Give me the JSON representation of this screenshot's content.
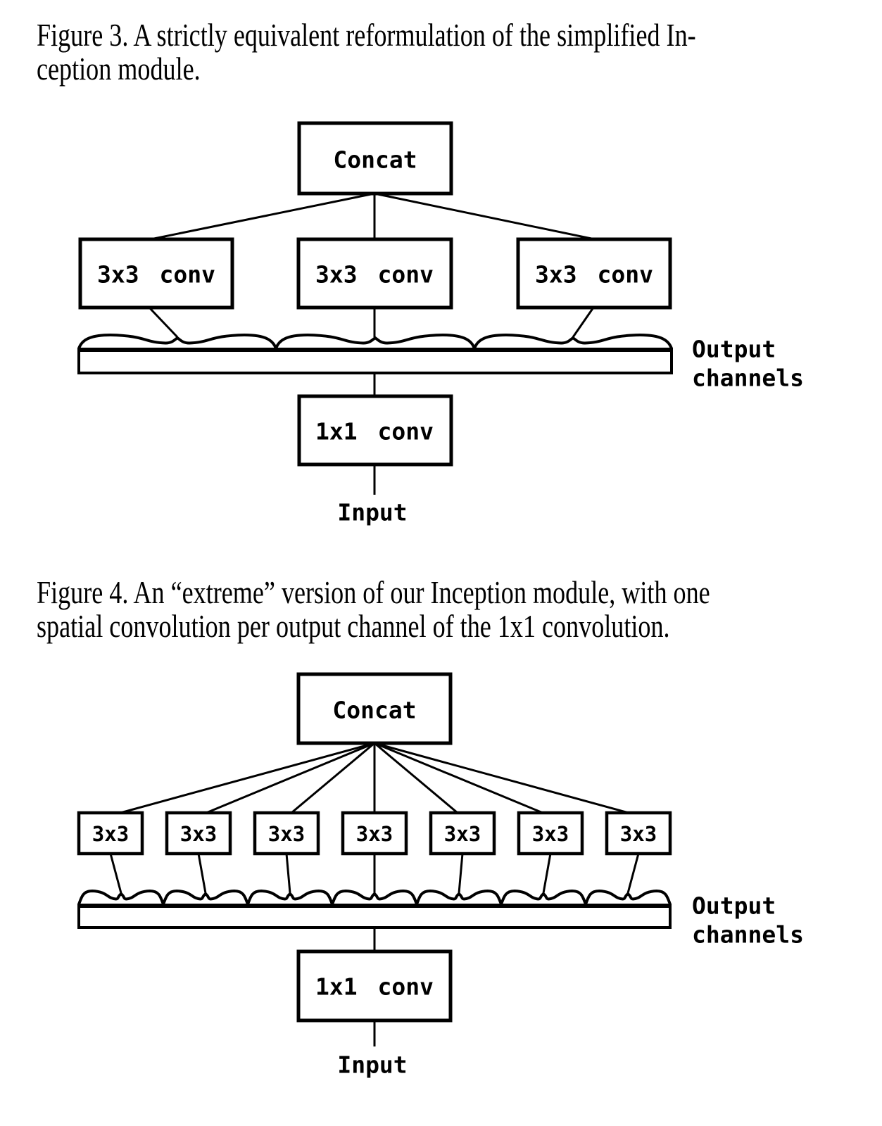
{
  "figure3": {
    "caption_lines": [
      "Figure 3. A strictly equivalent reformulation of the simplified In-",
      "ception module."
    ],
    "concat_label": "Concat",
    "conv_boxes": [
      "3x3 conv",
      "3x3 conv",
      "3x3 conv"
    ],
    "output_label_lines": [
      "Output",
      "channels"
    ],
    "conv1x1_label": "1x1 conv",
    "input_label": "Input"
  },
  "figure4": {
    "caption_lines": [
      "Figure 4. An “extreme” version of our Inception module, with one",
      "spatial convolution per output channel of the 1x1 convolution."
    ],
    "concat_label": "Concat",
    "conv_boxes": [
      "3x3",
      "3x3",
      "3x3",
      "3x3",
      "3x3",
      "3x3",
      "3x3"
    ],
    "output_label_lines": [
      "Output",
      "channels"
    ],
    "conv1x1_label": "1x1 conv",
    "input_label": "Input"
  },
  "colors": {
    "ink": "#000000",
    "paper": "#ffffff"
  }
}
